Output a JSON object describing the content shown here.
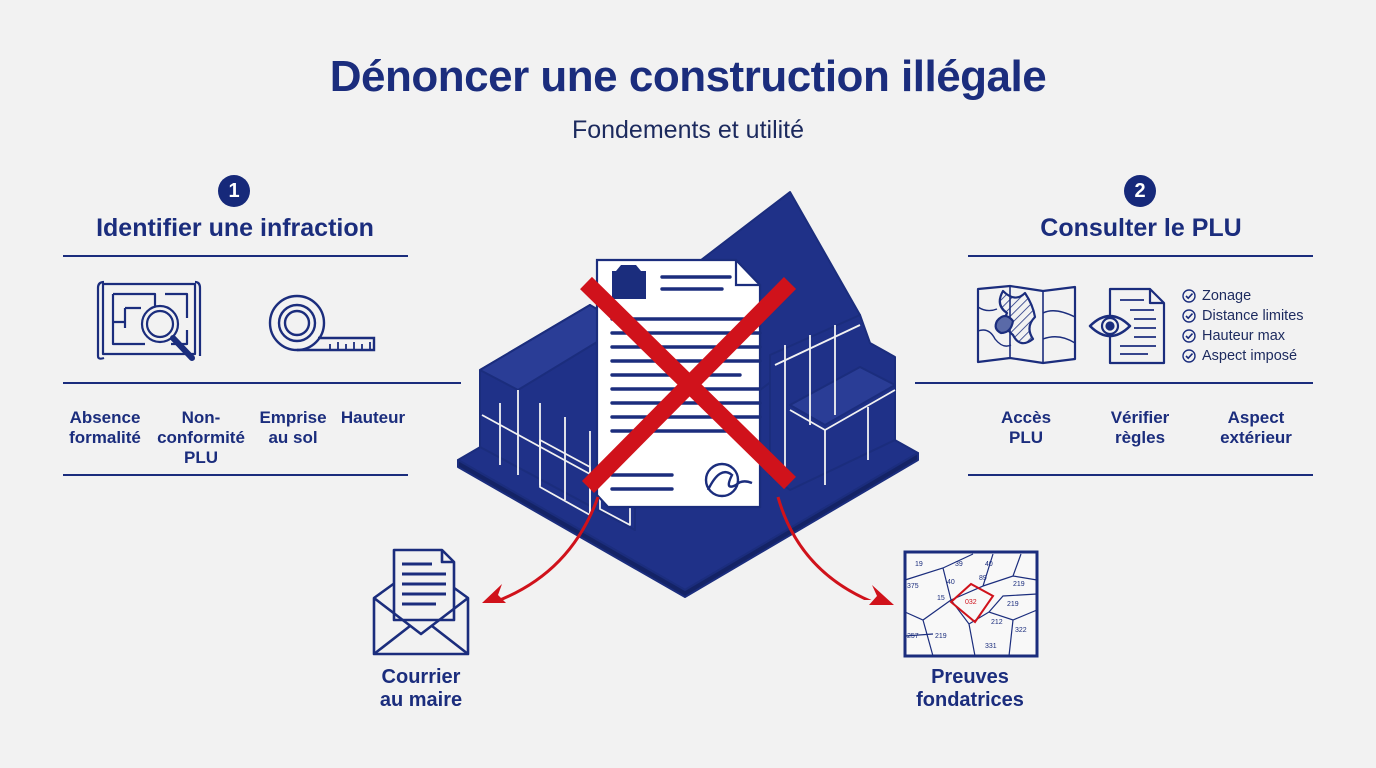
{
  "header": {
    "title": "Dénoncer une construction illégale",
    "subtitle": "Fondements et utilité"
  },
  "left_section": {
    "number": "1",
    "title": "Identifier une infraction",
    "labels": [
      [
        "Absence",
        "formalité"
      ],
      [
        "Non-",
        "conformité",
        "PLU"
      ],
      [
        "Emprise",
        "au sol"
      ],
      [
        "Hauteur"
      ]
    ]
  },
  "right_section": {
    "number": "2",
    "title": "Consulter le PLU",
    "checklist": [
      "Zonage",
      "Distance limites",
      "Hauteur max",
      "Aspect imposé"
    ],
    "labels": [
      [
        "Accès",
        "PLU"
      ],
      [
        "Vérifier",
        "règles"
      ],
      [
        "Aspect",
        "extérieur"
      ]
    ]
  },
  "bottom": {
    "left_label": [
      "Courrier",
      "au maire"
    ],
    "right_label": [
      "Preuves",
      "fondatrices"
    ]
  },
  "cadastre": {
    "parcels": [
      "19",
      "39",
      "40",
      "89",
      "375",
      "40",
      "219",
      "15",
      "032",
      "219",
      "212",
      "322",
      "257",
      "219",
      "331"
    ]
  },
  "colors": {
    "navy": "#1b2d7d",
    "red": "#d0121b",
    "background": "#f2f2f2"
  },
  "icons": [
    "blueprint-magnifier-icon",
    "tape-measure-icon",
    "zoning-map-icon",
    "document-eye-icon",
    "check-circle-icon",
    "envelope-letter-icon",
    "cadastre-map-icon"
  ]
}
